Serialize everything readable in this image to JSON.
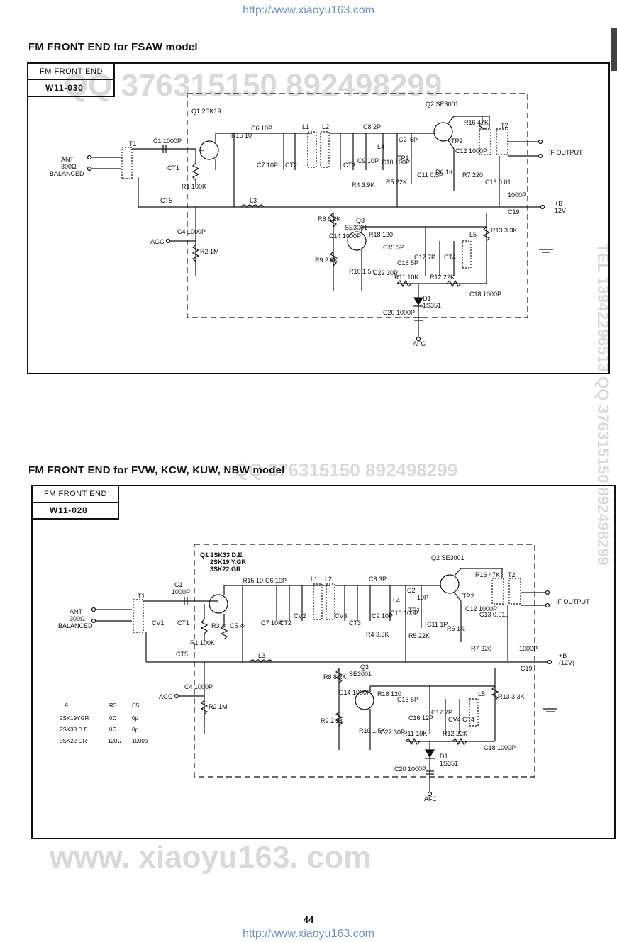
{
  "header": {
    "url_top": "http://www.xiaoyu163.com"
  },
  "footer": {
    "url_bottom": "http://www.xiaoyu163.com",
    "page_number": "44"
  },
  "watermarks": {
    "qq_top": "QQ 376315150  892498299",
    "qq_mid": "QQ 376315150  892498299",
    "site": "www. xiaoyu163. com",
    "tel_side": "TEL 13942296513  QQ 376315150  892498299"
  },
  "diagram1": {
    "title": "FM  FRONT  END for FSAW model",
    "box_label": "FM FRONT END",
    "part_no": "W11-030",
    "labels": {
      "q1": "Q1 2SK19",
      "q2": "Q2 SE3001",
      "q3": "Q3",
      "q3_type": "SE3001",
      "ant": "ANT",
      "ant_ohm": "300Ω",
      "balanced": "BALANCED",
      "t1": "T1",
      "c1": "C1 1000P",
      "ct1": "CT1",
      "r1": "R1 100K",
      "r15": "R15 10",
      "c6": "C6 10P",
      "c7": "C7 10P",
      "ct2": "CT2",
      "l1": "L1",
      "l2": "L2",
      "c8": "C8 2P",
      "ct3": "CT3",
      "c9": "C9 10P",
      "l4": "L4",
      "c10": "C10 100P",
      "tp1": "TP1",
      "c2": "C2",
      "c2v": "6P",
      "r4": "R4 3.9K",
      "r5": "R5 22K",
      "c11": "C11 0.5P",
      "tp2": "TP2",
      "c12": "C12 1000P",
      "r6": "R6 1K",
      "r7": "R7 220",
      "c13": "C13 0.01",
      "r16": "R16 47K",
      "t2": "T2",
      "if_output": "IF OUTPUT",
      "ct5": "CT5",
      "l3": "L3",
      "c19": "C19",
      "c19v": "1000P",
      "b": "+B",
      "b_v": "12V",
      "r8": "R8 8.2K",
      "c14": "C14 1000P",
      "r18": "R18 120",
      "c15": "C15 5P",
      "r13": "R13 3.3K",
      "l5": "L5",
      "agc": "AGC",
      "c4": "C4 1000P",
      "r2": "R2 1M",
      "r9": "R9 2.2K",
      "r10": "R10 1.5K",
      "c22": "C22 30P",
      "c16": "C16 5P",
      "c17": "C17 7P",
      "ct4": "CT4",
      "r11": "R11 10K",
      "r12": "R12 22K",
      "c18": "C18 1000P",
      "d1": "D1",
      "d1_type": "1S351",
      "c20": "C20 1000P",
      "afc": "AFC"
    }
  },
  "diagram2": {
    "title": "FM  FRONT  END for FVW, KCW, KUW, NBW model",
    "box_label": "FM FRONT END",
    "part_no": "W11-028",
    "labels": {
      "q1": "Q1 2SK33 D.E.",
      "q1b": "2SK19  Y.GR",
      "q1c": "3SK22 GR",
      "q2": "Q2 SE3001",
      "q3": "Q3",
      "q3_type": "SE3001",
      "ant": "ANT",
      "ant_ohm": "300Ω",
      "balanced": "BALANCED",
      "t1": "T1",
      "c1": "C1",
      "c1v": "1000P",
      "cv1": "CV1",
      "ct1": "CT1",
      "r1": "R1 100K",
      "r3": "R3 ※",
      "c5": "C5 ※",
      "r15": "R15 10",
      "c6": "C6 10P",
      "c7": "C7 10P",
      "ct2": "CT2",
      "cv2": "CV2",
      "l1": "L1",
      "l2": "L2",
      "c8": "C8 3P",
      "cv3": "CV3",
      "ct3": "CT3",
      "c9": "C9 10P",
      "l4": "L4",
      "c10": "C10 100P",
      "tp1": "TP1",
      "c2": "C2",
      "c2v": "10P",
      "r4": "R4 3.3K",
      "r5": "R5 22K",
      "c11": "C11 1P",
      "tp2": "TP2",
      "c12": "C12 1000P",
      "r6": "R6 1K",
      "r7": "R7 220",
      "c13": "C13 0.01μ",
      "r16": "R16 47K",
      "t2": "T2",
      "if_output": "IF OUTPUT",
      "ct5": "CT5",
      "l3": "L3",
      "c19": "C19",
      "c19v": "1000P",
      "b": "+B",
      "b_v": "(12V)",
      "r8": "R8 8.2K",
      "c14": "C14 1000P",
      "r18": "R18 120",
      "c15": "C15 5P",
      "r13": "R13 3.3K",
      "l5": "L5",
      "agc": "AGC",
      "c4": "C4 1000P",
      "r2": "R2 1M",
      "r9": "R9 2.2K",
      "r10": "R10 1.5K",
      "c22": "C22 30P",
      "c16": "C16 12P",
      "c17": "C17 7P",
      "cv4": "CV4",
      "ct4": "CT4",
      "r11": "R11 10K",
      "r12": "R12 22K",
      "c18": "C18 1000P",
      "d1": "D1",
      "d1_type": "1S351",
      "c20": "C20 1000P",
      "afc": "AFC"
    },
    "table": {
      "headers": [
        "※",
        "R3",
        "C5"
      ],
      "rows": [
        [
          "2SK19YGR",
          "0Ω",
          "0p"
        ],
        [
          "2SK33 D.E.",
          "0Ω",
          "0p"
        ],
        [
          "3SK22 GR",
          "120Ω",
          "1000p"
        ]
      ]
    }
  }
}
